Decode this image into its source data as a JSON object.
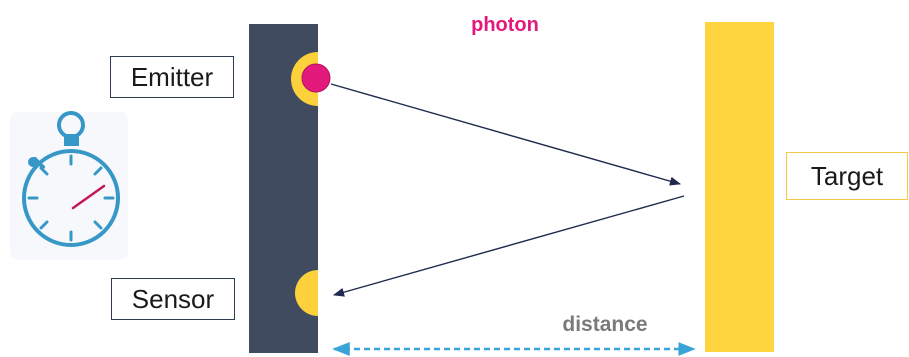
{
  "labels": {
    "emitter": "Emitter",
    "sensor": "Sensor",
    "target": "Target",
    "photon": "photon",
    "distance": "distance"
  },
  "icons": {
    "timer": "stopwatch-icon"
  },
  "colors": {
    "wall": "#414b60",
    "target": "#fed53f",
    "photon": "#e3197c",
    "port": "#fdd13b",
    "ray": "#1f2a4d",
    "distance": "#3aa3d8",
    "stopwatch": "#3798c7"
  }
}
